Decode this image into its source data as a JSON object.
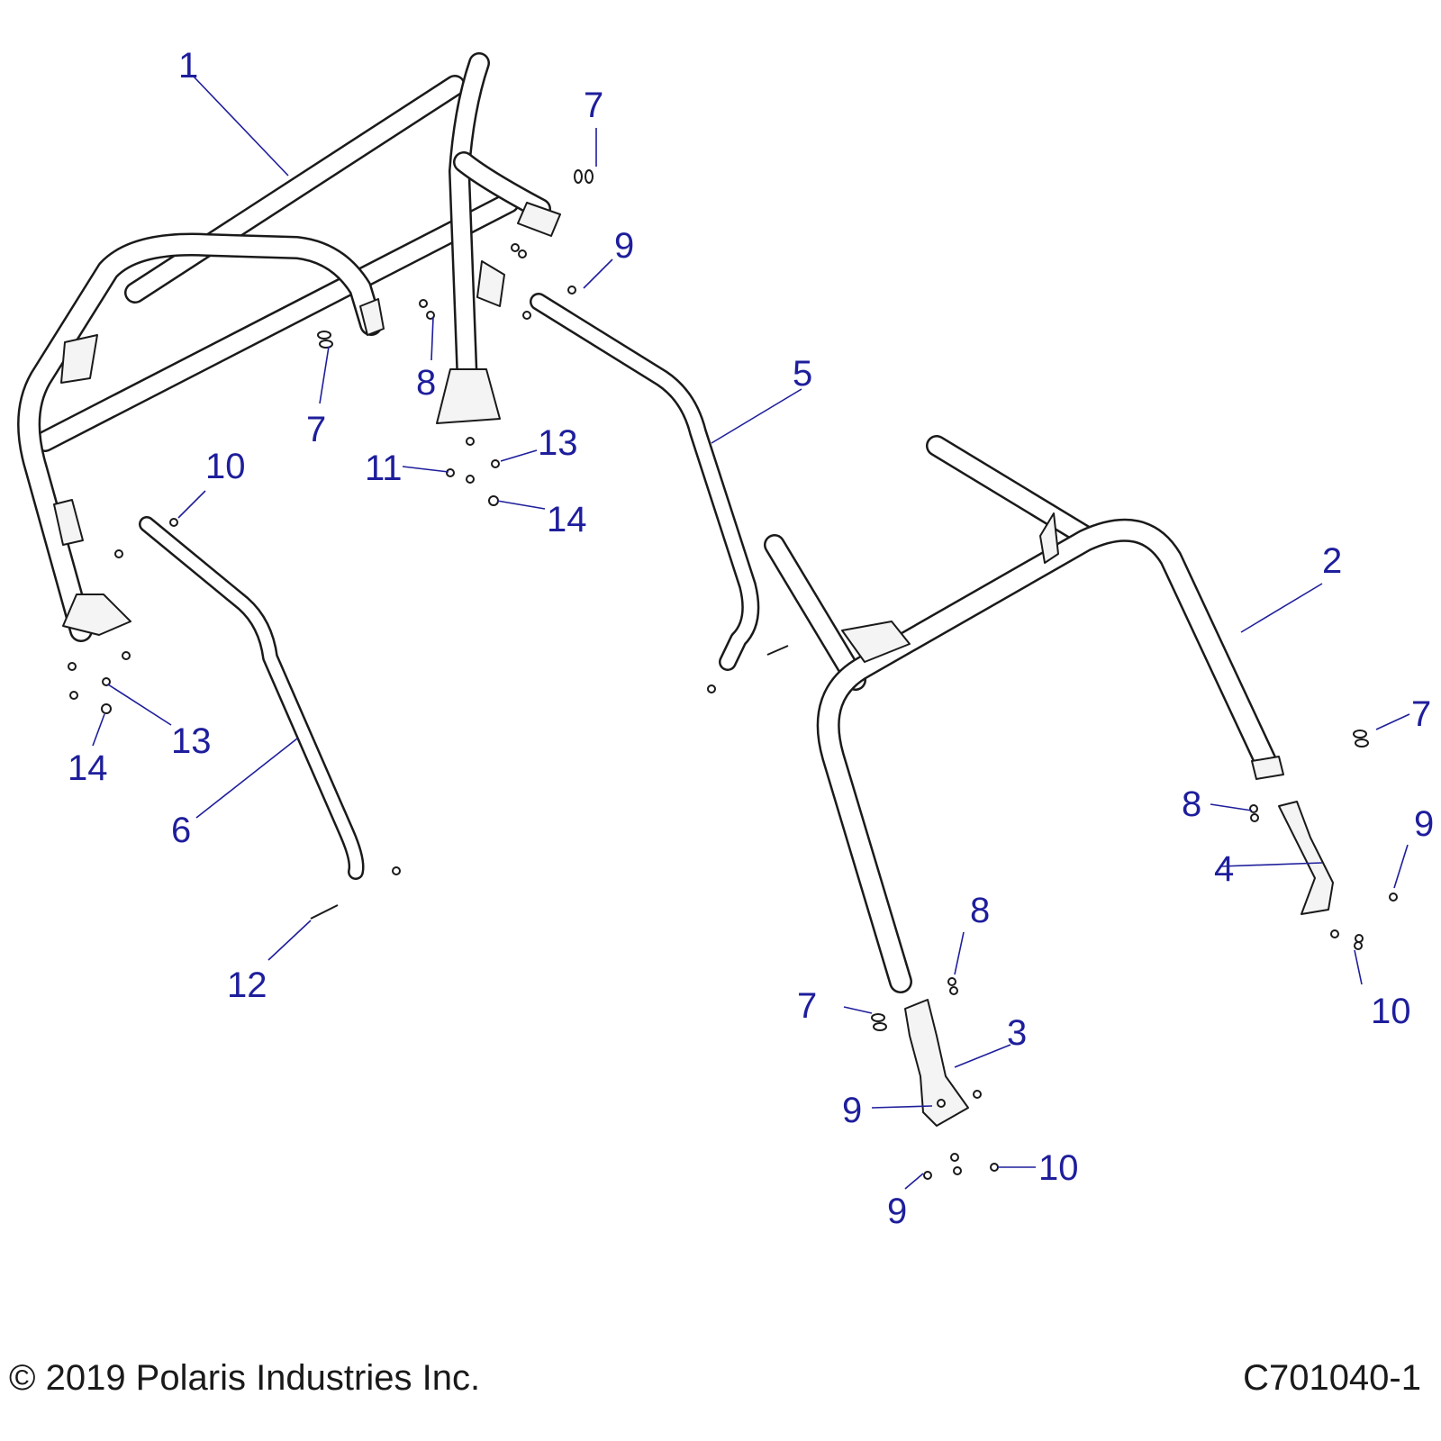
{
  "callouts": [
    {
      "id": "c1",
      "text": "1"
    },
    {
      "id": "c2",
      "text": "2"
    },
    {
      "id": "c3",
      "text": "3"
    },
    {
      "id": "c4",
      "text": "4"
    },
    {
      "id": "c5",
      "text": "5"
    },
    {
      "id": "c6",
      "text": "6"
    },
    {
      "id": "c7a",
      "text": "7"
    },
    {
      "id": "c7b",
      "text": "7"
    },
    {
      "id": "c7c",
      "text": "7"
    },
    {
      "id": "c7d",
      "text": "7"
    },
    {
      "id": "c8a",
      "text": "8"
    },
    {
      "id": "c8b",
      "text": "8"
    },
    {
      "id": "c8c",
      "text": "8"
    },
    {
      "id": "c9a",
      "text": "9"
    },
    {
      "id": "c9b",
      "text": "9"
    },
    {
      "id": "c9c",
      "text": "9"
    },
    {
      "id": "c9d",
      "text": "9"
    },
    {
      "id": "c10a",
      "text": "10"
    },
    {
      "id": "c10b",
      "text": "10"
    },
    {
      "id": "c10c",
      "text": "10"
    },
    {
      "id": "c11",
      "text": "11"
    },
    {
      "id": "c12",
      "text": "12"
    },
    {
      "id": "c13a",
      "text": "13"
    },
    {
      "id": "c13b",
      "text": "13"
    },
    {
      "id": "c14a",
      "text": "14"
    },
    {
      "id": "c14b",
      "text": "14"
    }
  ],
  "footer": {
    "copyright": "© 2019 Polaris Industries Inc.",
    "drawing_number": "C701040-1"
  },
  "colors": {
    "callout_text": "#1e1e9c",
    "line_art": "#1a1a1a",
    "background": "#ffffff"
  }
}
